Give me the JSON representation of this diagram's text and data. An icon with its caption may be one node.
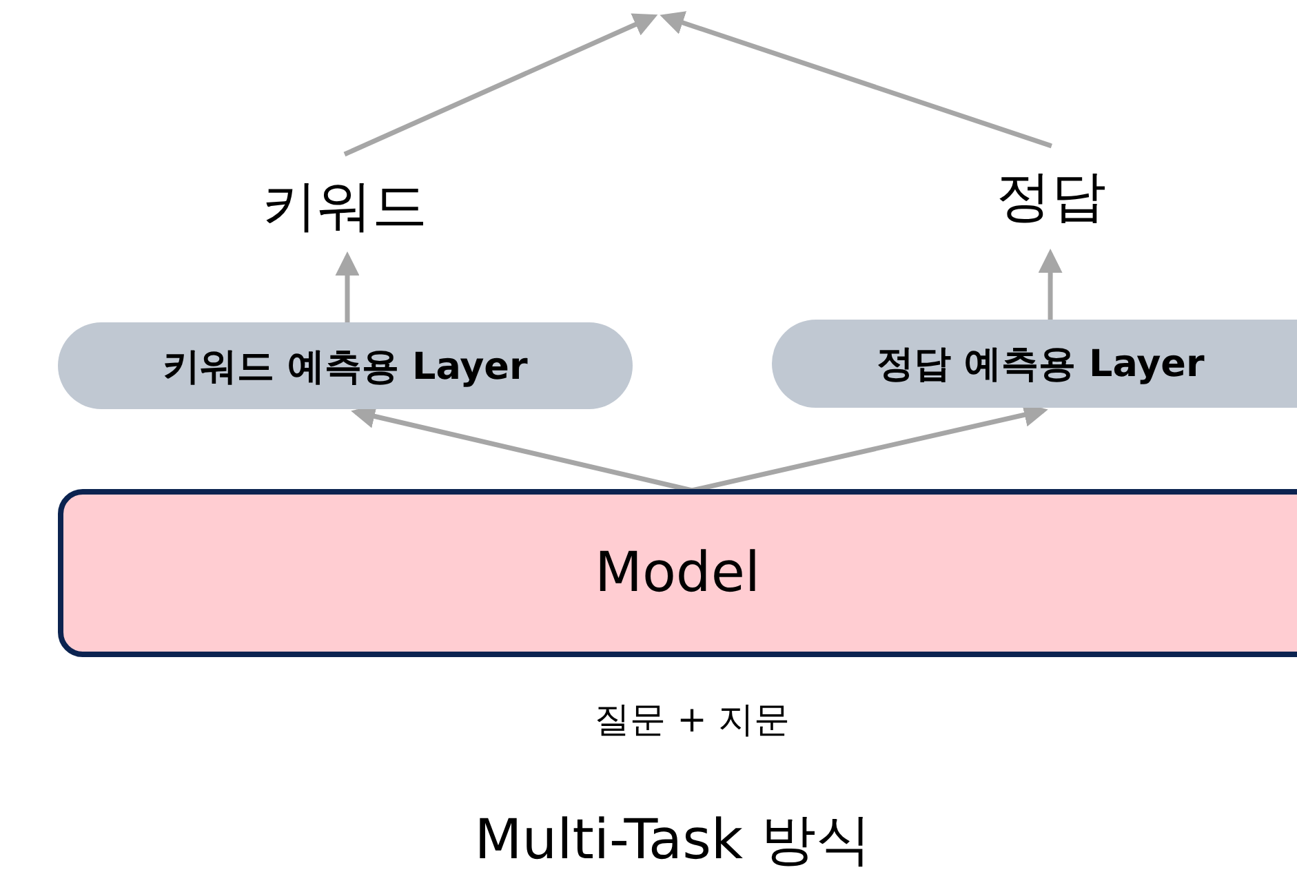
{
  "diagram": {
    "caption": "Multi-Task 방식",
    "nodes": [
      {
        "text": [
          "키워드"
        ]
      },
      {
        "text": [
          "정답"
        ]
      },
      {
        "text": [
          "키워드 예측용 Layer"
        ]
      },
      {
        "text": [
          "정답 예측용 Layer"
        ]
      },
      {
        "text": [
          "Model"
        ]
      }
    ],
    "edges": [
      {
        "from": 4,
        "to": 2,
        "arrow": "to"
      },
      {
        "from": 4,
        "to": 3,
        "arrow": "to"
      },
      {
        "from": 2,
        "to": 0,
        "arrow": "to"
      },
      {
        "from": 3,
        "to": 1,
        "arrow": "to"
      },
      {
        "from": 0,
        "to": null,
        "arrow": "to"
      },
      {
        "from": 1,
        "to": null,
        "arrow": "to"
      }
    ],
    "labels": [
      "질문 + 지문"
    ]
  }
}
